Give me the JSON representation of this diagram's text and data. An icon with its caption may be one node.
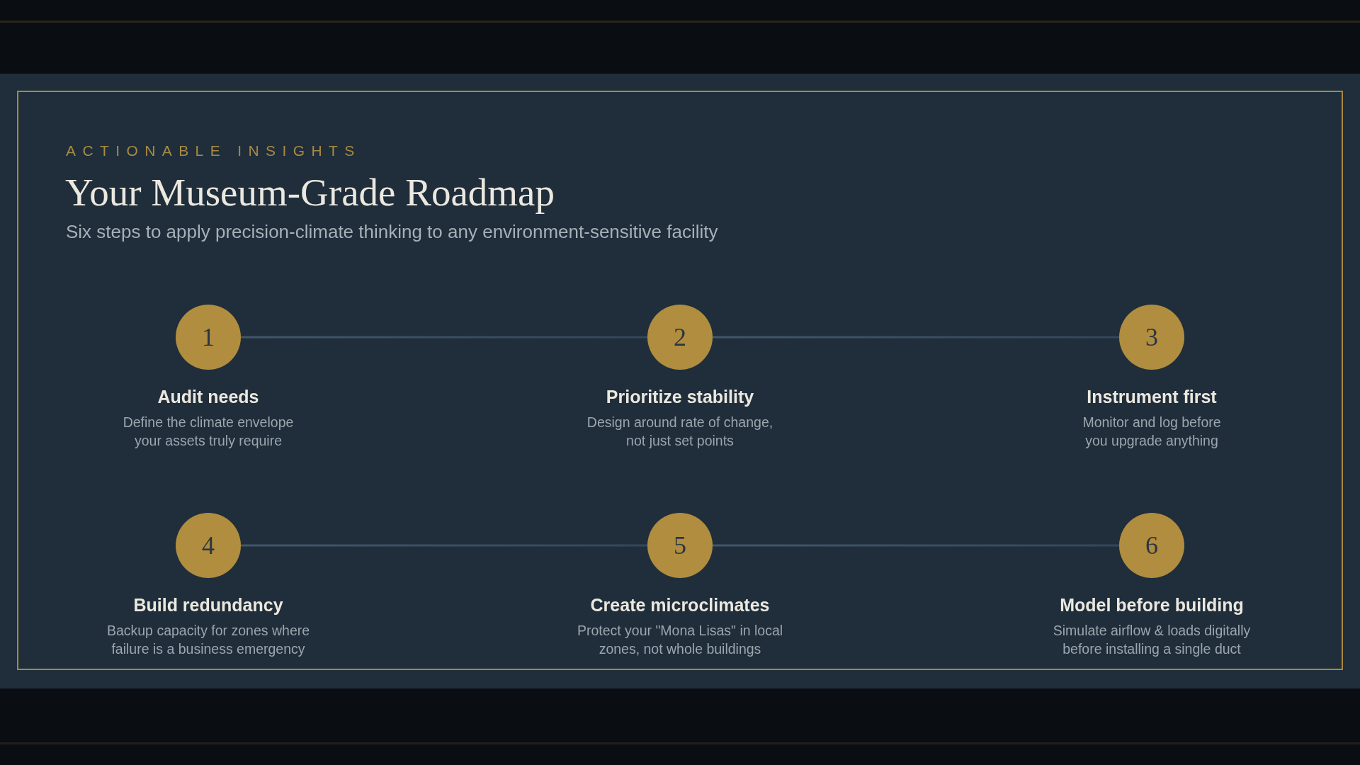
{
  "diagram": {
    "title": "Your Museum-Grade Roadmap",
    "nodes": [
      {
        "text": [
          "1"
        ],
        "beside": [
          "Audit needs",
          "Define the climate envelope your assets truly require"
        ]
      },
      {
        "text": [
          "2"
        ],
        "beside": [
          "Prioritize stability",
          "Design around rate of change, not just set points"
        ]
      },
      {
        "text": [
          "3"
        ],
        "beside": [
          "Instrument first",
          "Monitor and log before you upgrade anything"
        ]
      },
      {
        "text": [
          "4"
        ],
        "beside": [
          "Build redundancy",
          "Backup capacity for zones where failure is a business emergency"
        ]
      },
      {
        "text": [
          "5"
        ],
        "beside": [
          "Create microclimates",
          "Protect your \"Mona Lisas\" in local zones, not whole buildings"
        ]
      },
      {
        "text": [
          "6"
        ],
        "beside": [
          "Model before building",
          "Simulate airflow & loads digitally before installing a single duct"
        ]
      }
    ],
    "edges": [
      {
        "from": 0,
        "to": 1,
        "arrow": "none"
      },
      {
        "from": 1,
        "to": 2,
        "arrow": "none"
      },
      {
        "from": 3,
        "to": 4,
        "arrow": "none"
      },
      {
        "from": 4,
        "to": 5,
        "arrow": "none"
      }
    ],
    "labels": [
      "ACTIONABLE INSIGHTS",
      "Six steps to apply precision-climate thinking to any environment-sensitive facility"
    ]
  }
}
